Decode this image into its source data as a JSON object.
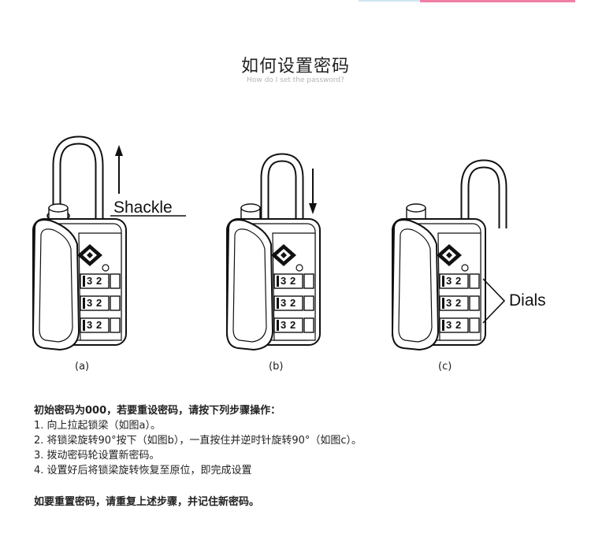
{
  "header": {
    "title": "如何设置密码",
    "subtitle": "How do I set the password?"
  },
  "figures": {
    "callouts": {
      "shackle": "Shackle",
      "dials": "Dials"
    },
    "labels": [
      "(a)",
      "(b)",
      "(c)"
    ],
    "dial_digits": [
      "3",
      "2"
    ]
  },
  "instructions": {
    "heading": "初始密码为000，若要重设密码，请按下列步骤操作：",
    "steps": [
      "1. 向上拉起锁梁（如图a）。",
      "2. 将锁梁旋转90°按下（如图b），一直按住并逆时针旋转90°（如图c）。",
      "3. 拨动密码轮设置新密码。",
      "4. 设置好后将锁梁旋转恢复至原位，即完成设置"
    ],
    "note": "如要重置密码，请重复上述步骤，并记住新密码。"
  },
  "colors": {
    "accent_pink": "#f07fa6",
    "accent_blue": "#cfe6f2",
    "subtitle_gray": "#b5b5b5"
  }
}
